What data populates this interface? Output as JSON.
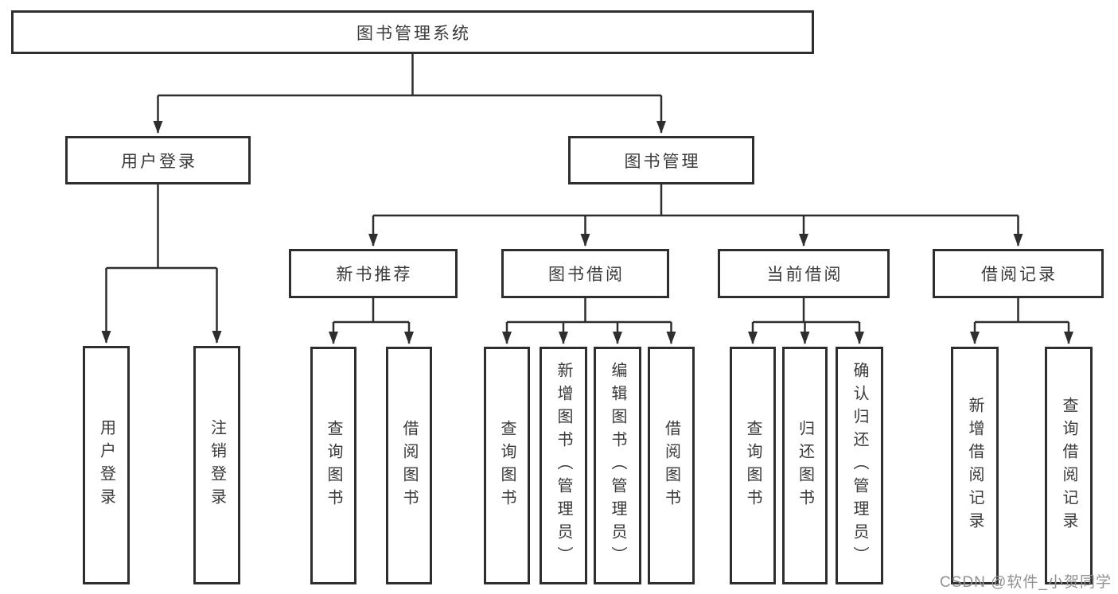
{
  "diagram": {
    "title": "图书管理系统",
    "type": "hierarchy-tree",
    "colors": {
      "line": "#2e2e2e",
      "box_border": "#2e2e2e",
      "text": "#3a3a3a",
      "watermark": "#919191",
      "background": "#ffffff"
    },
    "nodes": {
      "root": {
        "label": "图书管理系统",
        "level": 0
      },
      "user_login": {
        "label": "用户登录",
        "level": 1,
        "parent": "root"
      },
      "book_mgmt": {
        "label": "图书管理",
        "level": 1,
        "parent": "root"
      },
      "login": {
        "label": "用户登录",
        "level": 2,
        "parent": "user_login"
      },
      "logout": {
        "label": "注销登录",
        "level": 2,
        "parent": "user_login"
      },
      "new_book_rec": {
        "label": "新书推荐",
        "level": 2,
        "parent": "book_mgmt"
      },
      "book_borrow": {
        "label": "图书借阅",
        "level": 2,
        "parent": "book_mgmt"
      },
      "current_borrow": {
        "label": "当前借阅",
        "level": 2,
        "parent": "book_mgmt"
      },
      "borrow_records": {
        "label": "借阅记录",
        "level": 2,
        "parent": "book_mgmt"
      },
      "nbr_query": {
        "label": "查询图书",
        "level": 3,
        "parent": "new_book_rec"
      },
      "nbr_borrow": {
        "label": "借阅图书",
        "level": 3,
        "parent": "new_book_rec"
      },
      "bb_query": {
        "label": "查询图书",
        "level": 3,
        "parent": "book_borrow"
      },
      "bb_add": {
        "label": "新增图书（管理员）",
        "level": 3,
        "parent": "book_borrow"
      },
      "bb_edit": {
        "label": "编辑图书（管理员）",
        "level": 3,
        "parent": "book_borrow"
      },
      "bb_borrow": {
        "label": "借阅图书",
        "level": 3,
        "parent": "book_borrow"
      },
      "cb_query": {
        "label": "查询图书",
        "level": 3,
        "parent": "current_borrow"
      },
      "cb_return": {
        "label": "归还图书",
        "level": 3,
        "parent": "current_borrow"
      },
      "cb_confirm": {
        "label": "确认归还（管理员）",
        "level": 3,
        "parent": "current_borrow"
      },
      "br_add": {
        "label": "新增借阅记录",
        "level": 3,
        "parent": "borrow_records"
      },
      "br_query": {
        "label": "查询借阅记录",
        "level": 3,
        "parent": "borrow_records"
      }
    },
    "watermark": "CSDN @软件_小贺同学"
  }
}
